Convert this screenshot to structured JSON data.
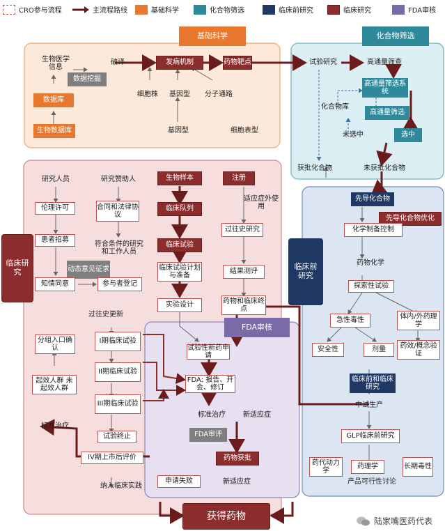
{
  "legend": {
    "cro": "CRO参与流程",
    "main_route": "主流程路线",
    "basic": "基础科学",
    "screening": "化合物筛选",
    "preclinical": "临床前研究",
    "clinical": "临床研究",
    "fda": "FDA审核"
  },
  "regions": {
    "basic_title": "基础科学",
    "screening_title": "化合物筛选",
    "clinical_tag": "临床研究",
    "preclinical_tag": "临床前研究",
    "fda_title": "FDA审核"
  },
  "basic": {
    "bio_info": "生物医学信息",
    "decipher": "破译",
    "mechanism": "发病机制",
    "target": "药物靶点",
    "data_mining": "数据挖掘",
    "database": "数据库",
    "cell_line": "细胞株",
    "genotype_top": "基因型",
    "pathway": "分子通路",
    "bio_db": "生物数据库",
    "genotype": "基因型",
    "phenotype": "细胞表型"
  },
  "screening": {
    "assay": "试验研究",
    "hts": "高通量筛查",
    "hts_system": "高通量筛选系统",
    "library": "化合物库",
    "hts2": "高通量筛选",
    "unselected": "未选中",
    "selected": "选中",
    "approved": "获批化合物",
    "unapproved": "未获批化合物"
  },
  "clinical": {
    "researcher": "研究人员",
    "sponsor": "研究赞助人",
    "bio_sample": "生物样本",
    "register": "注册",
    "ethics": "伦理许可",
    "contract": "合同和法律协议",
    "cohort": "临床队列",
    "adapt_use": "适应症外使用",
    "recruit": "患者招募",
    "eligible": "符合条件的研究和工作人员",
    "trial": "临床试验",
    "pastures": "过往史研究",
    "dynamic_consent": "动态意见征求",
    "consent": "知情同意",
    "participant_reg": "参与者登记",
    "trial_plan": "临床试验计划与准备",
    "result_eval": "结果测评",
    "history_update": "过往史更新",
    "design": "实验设计",
    "drug_summary": "药物和临床终点",
    "grouping": "分组入口确认",
    "phase1": "I期临床试验",
    "phase2": "II期临床试验",
    "phase3": "III期临床试验",
    "onset": "起效人群 未起效人群",
    "standard_treat": "标准治疗",
    "terminate": "试验终止",
    "phase4": "IV期上市后评价",
    "enroll": "纳入临床实践"
  },
  "fda": {
    "apply_new": "试验性新药申请",
    "report": "FDA: 报告、开会、修订",
    "standard": "标准治疗",
    "new_indication": "新适应症",
    "review": "FDA审评",
    "approved": "药物获批",
    "fail": "申请失败",
    "new_indication2": "新适应症"
  },
  "preclinical": {
    "lead": "先导化合物",
    "lead_opt": "先导化合物优化",
    "synthesis": "化学制备控制",
    "med_chem": "药物化学",
    "exploratory": "探索性试验",
    "acute_tox": "急性毒性",
    "in_vivo": "体内/外药理学",
    "safety": "安全性",
    "dosage": "剂量",
    "efficacy": "药效/概念验证",
    "preclinical_done": "临床前和临床研究",
    "pilot": "中试生产",
    "glp": "GLP临床前研究",
    "pk": "药代动力学",
    "pharmacology": "药理学",
    "long_tox": "长期毒性",
    "product_stab": "产品可行性讨论"
  },
  "final": {
    "obtain": "获得药物"
  },
  "watermark": {
    "text": "陆家嘴医药代表"
  },
  "colors": {
    "basic": "#e8782d",
    "screening": "#2e8a9a",
    "preclinical": "#1f3864",
    "clinical": "#8b2d2d",
    "fda": "#7b6aa8",
    "main_route": "#6a1c1c"
  }
}
